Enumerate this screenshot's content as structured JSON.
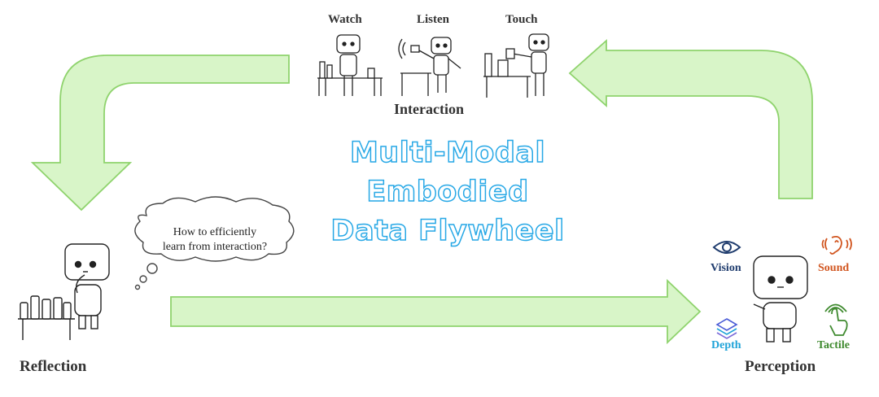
{
  "title": {
    "line1": "Multi-Modal",
    "line2": "Embodied",
    "line3": "Data Flywheel"
  },
  "interaction": {
    "label": "Interaction",
    "modes": [
      "Watch",
      "Listen",
      "Touch"
    ]
  },
  "reflection": {
    "label": "Reflection",
    "thought_line1": "How to efficiently",
    "thought_line2": "learn from interaction?"
  },
  "perception": {
    "label": "Perception",
    "senses": {
      "vision": "Vision",
      "sound": "Sound",
      "depth": "Depth",
      "tactile": "Tactile"
    }
  },
  "colors": {
    "arrow_fill": "#d8f5c8",
    "arrow_stroke": "#8fd36d",
    "title": "#27a8e6",
    "vision": "#1f3c6e",
    "sound": "#d1551f",
    "depth": "#1fa3d8",
    "tactile": "#3f8a2f"
  },
  "icons": [
    "eye-icon",
    "ear-icon",
    "layers-icon",
    "touch-hand-icon"
  ]
}
